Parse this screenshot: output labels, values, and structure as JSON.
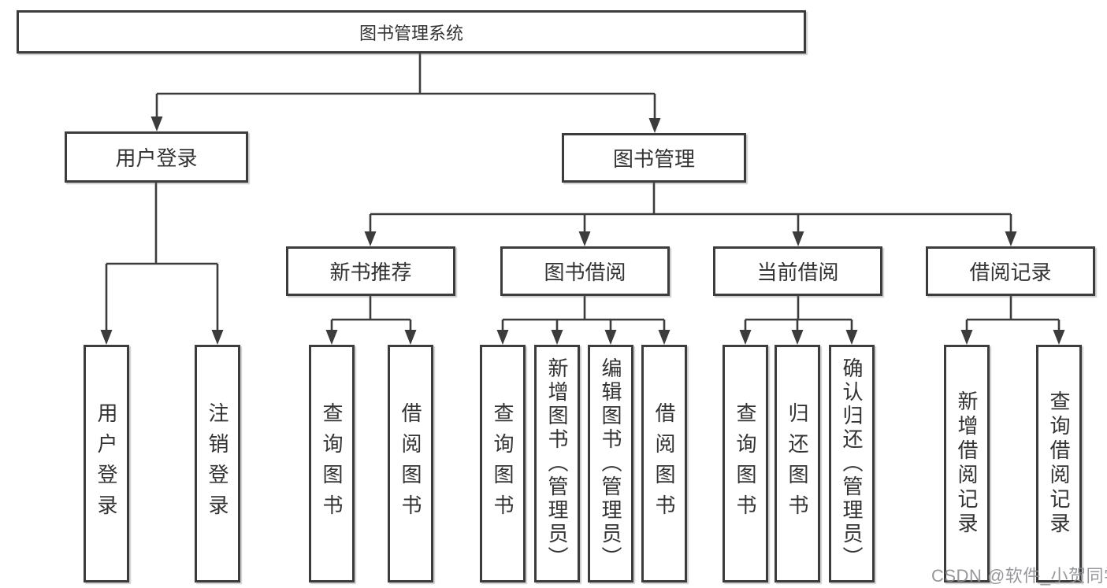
{
  "colors": {
    "line": "#3c3c3c",
    "box_border": "#3c3c3c",
    "box_fill": "#ffffff",
    "text": "#333333",
    "background": "#ffffff",
    "watermark_gray": "#8c8e92"
  },
  "watermark": {
    "text": "CSDN @软件_小贺同学"
  },
  "tree": {
    "root": {
      "label": "图书管理系统"
    },
    "children": [
      {
        "label": "用户登录",
        "children": [
          "用户登录",
          "注销登录"
        ]
      },
      {
        "label": "图书管理",
        "children": [
          {
            "label": "新书推荐",
            "children": [
              "查询图书",
              "借阅图书"
            ]
          },
          {
            "label": "图书借阅",
            "children": [
              "查询图书",
              "新增图书（管理员）",
              "编辑图书（管理员）",
              "借阅图书"
            ]
          },
          {
            "label": "当前借阅",
            "children": [
              "查询图书",
              "归还图书",
              "确认归还（管理员）"
            ]
          },
          {
            "label": "借阅记录",
            "children": [
              "新增借阅记录",
              "查询借阅记录"
            ]
          }
        ]
      }
    ]
  }
}
